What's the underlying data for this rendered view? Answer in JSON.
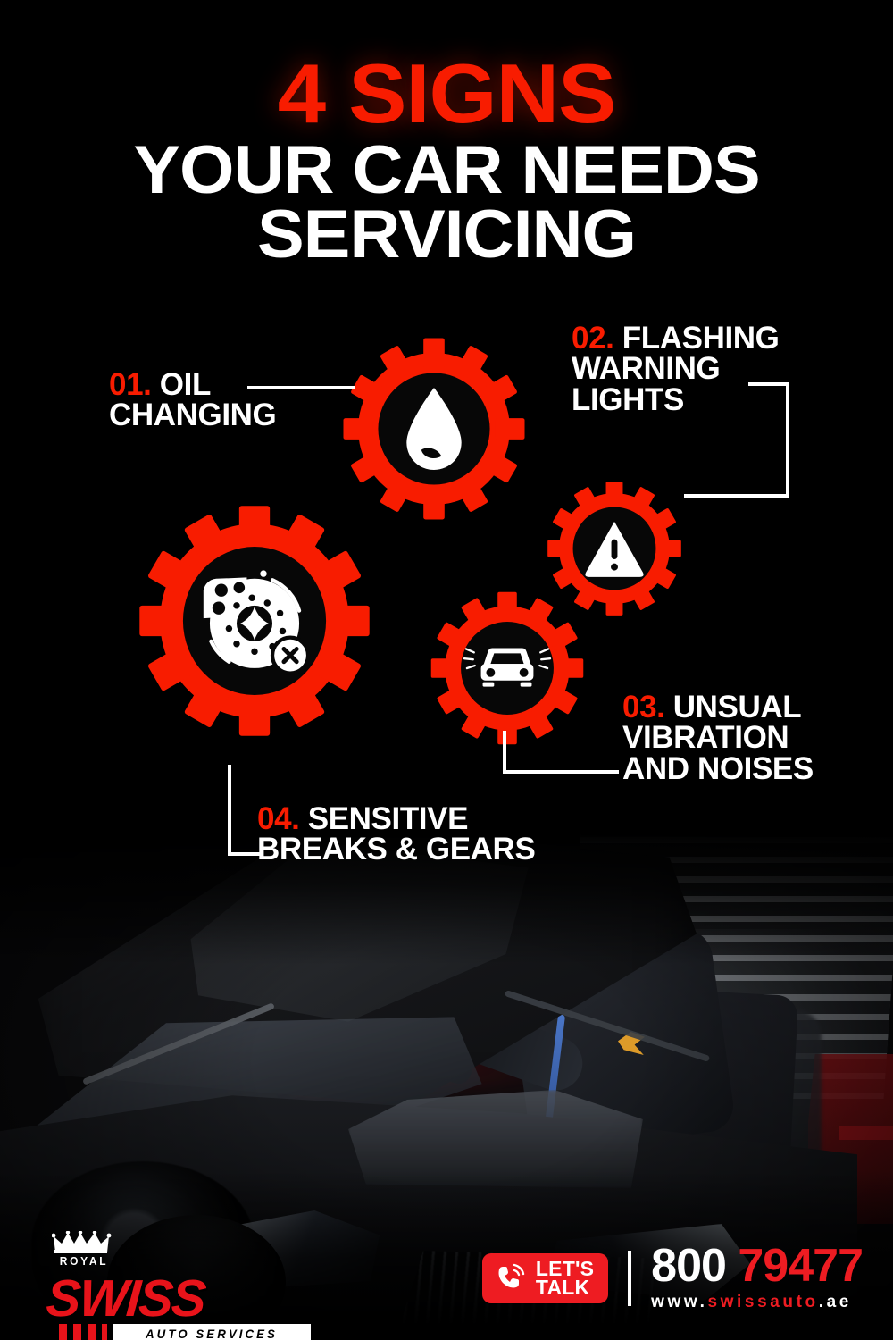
{
  "headline": {
    "line1": "4 SIGNS",
    "line2": "YOUR CAR NEEDS",
    "line3": "SERVICING"
  },
  "colors": {
    "accent_red": "#F81C00",
    "brand_red": "#EE1C22",
    "background": "#000000",
    "text_white": "#FFFFFF"
  },
  "signs": [
    {
      "number": "01.",
      "title_line1": "OIL",
      "title_line2": "CHANGING",
      "icon": "oil-drop-icon"
    },
    {
      "number": "02.",
      "title_line1": "FLASHING",
      "title_line2": "WARNING",
      "title_line3": "LIGHTS",
      "icon": "warning-triangle-icon"
    },
    {
      "number": "03.",
      "title_line1": "UNSUAL",
      "title_line2": "VIBRATION",
      "title_line3": "AND NOISES",
      "icon": "vibrating-car-icon"
    },
    {
      "number": "04.",
      "title_line1": "SENSITIVE",
      "title_line2": "BREAKS & GEARS",
      "icon": "brake-disc-icon"
    }
  ],
  "footer": {
    "logo": {
      "crown_icon": "crown-icon",
      "royal": "ROYAL",
      "brand": "SWISS",
      "tagline": "AUTO SERVICES"
    },
    "lets_talk": {
      "icon": "phone-ringing-icon",
      "line1": "LET'S",
      "line2": "TALK"
    },
    "phone_prefix": "800",
    "phone_number": "79477",
    "website_www": "www.",
    "website_name": "swissauto",
    "website_tld": ".ae"
  }
}
